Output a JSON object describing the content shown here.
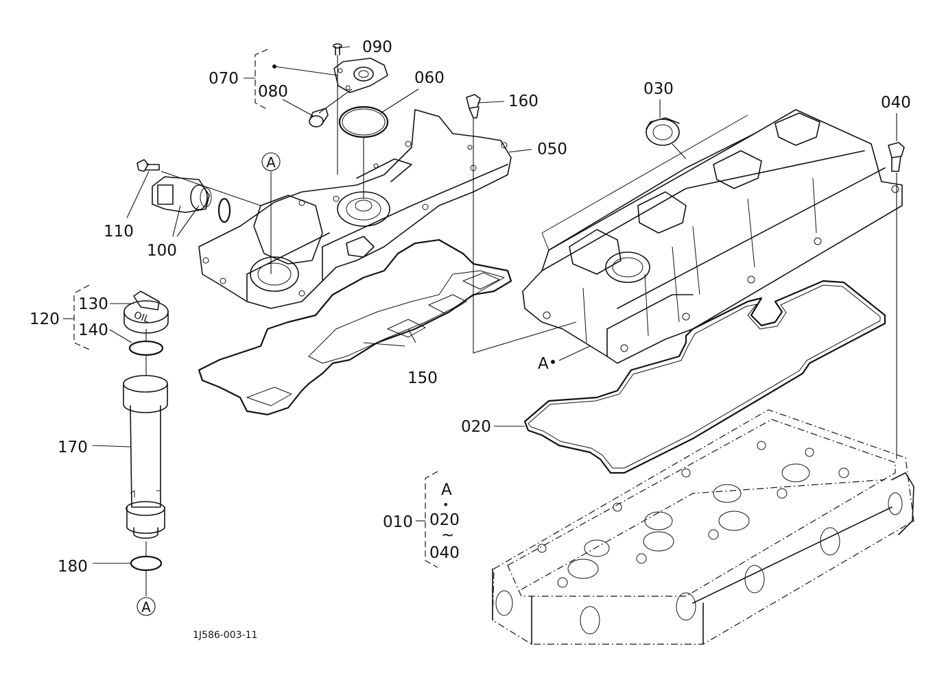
{
  "drawing_id": "1J586-003-11",
  "callouts": {
    "p010": "010",
    "p020": "020",
    "p030": "030",
    "p040": "040",
    "p050": "050",
    "p060": "060",
    "p070": "070",
    "p080": "080",
    "p090": "090",
    "p100": "100",
    "p110": "110",
    "p120": "120",
    "p130": "130",
    "p140": "140",
    "p150": "150",
    "p160": "160",
    "p170": "170",
    "p180": "180"
  },
  "group_010": {
    "ref": "A",
    "dot": "•",
    "from": "020",
    "tilde": "~",
    "to": "040"
  },
  "ref_markers": {
    "a_top": "A",
    "a_bottom": "A",
    "a_cover": "A"
  },
  "oil_cap_text": "OIL"
}
